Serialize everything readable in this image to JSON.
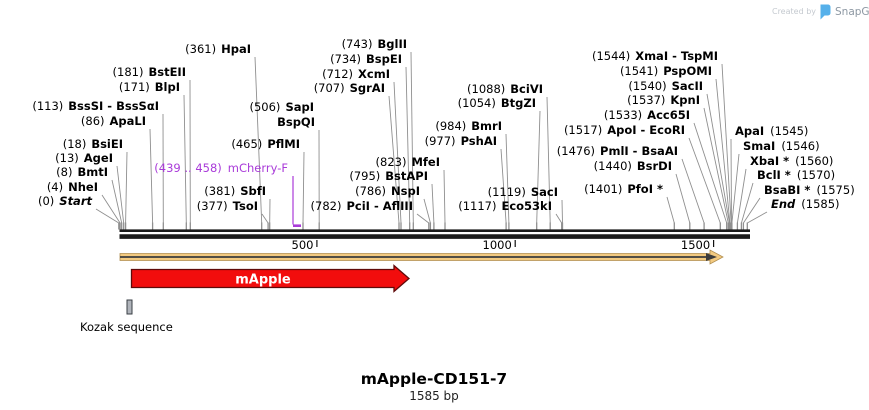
{
  "watermark": {
    "created_by": "Created by",
    "brand": "SnapGene"
  },
  "map": {
    "sites_left": [
      {
        "pos": "(361)",
        "name": "HpaI"
      },
      {
        "pos": "(181)",
        "name": "BstEII"
      },
      {
        "pos": "(171)",
        "name": "BlpI"
      },
      {
        "pos": "(113)",
        "name": "BssSI - BssSαI"
      },
      {
        "pos": "(86)",
        "name": "ApaLI"
      },
      {
        "pos": "(18)",
        "name": "BsiEI"
      },
      {
        "pos": "(13)",
        "name": "AgeI"
      },
      {
        "pos": "(8)",
        "name": "BmtI"
      },
      {
        "pos": "(4)",
        "name": "NheI"
      },
      {
        "pos": "(0)",
        "name": "Start"
      },
      {
        "pos": "(506)",
        "name": "SapI"
      },
      {
        "name": "BspQI"
      },
      {
        "pos": "(465)",
        "name": "PflMI"
      },
      {
        "pos": "(381)",
        "name": "SbfI"
      },
      {
        "pos": "(377)",
        "name": "TsoI"
      }
    ],
    "primer": {
      "pos": "(439 .. 458)",
      "name": "mCherry-F",
      "color": "#a93bd9"
    },
    "sites_mid": [
      {
        "pos": "(743)",
        "name": "BglII"
      },
      {
        "pos": "(734)",
        "name": "BspEI"
      },
      {
        "pos": "(712)",
        "name": "XcmI"
      },
      {
        "pos": "(707)",
        "name": "SgrAI"
      },
      {
        "pos": "(823)",
        "name": "MfeI"
      },
      {
        "pos": "(795)",
        "name": "BstAPI"
      },
      {
        "pos": "(786)",
        "name": "NspI"
      },
      {
        "pos": "(782)",
        "name": "PciI - AflIII"
      },
      {
        "pos": "(1088)",
        "name": "BciVI"
      },
      {
        "pos": "(1054)",
        "name": "BtgZI"
      },
      {
        "pos": "(984)",
        "name": "BmrI"
      },
      {
        "pos": "(977)",
        "name": "PshAI"
      },
      {
        "pos": "(1119)",
        "name": "SacI"
      },
      {
        "pos": "(1117)",
        "name": "Eco53kI"
      }
    ],
    "sites_right": [
      {
        "pos": "(1544)",
        "name": "XmaI - TspMI"
      },
      {
        "pos": "(1541)",
        "name": "PspOMI"
      },
      {
        "pos": "(1540)",
        "name": "SacII"
      },
      {
        "pos": "(1537)",
        "name": "KpnI"
      },
      {
        "pos": "(1533)",
        "name": "Acc65I"
      },
      {
        "pos": "(1517)",
        "name": "ApoI - EcoRI"
      },
      {
        "pos": "(1476)",
        "name": "PmlI - BsaAI"
      },
      {
        "pos": "(1440)",
        "name": "BsrDI"
      },
      {
        "pos": "(1401)",
        "name": "PfoI *"
      }
    ],
    "sites_rightside": [
      {
        "name": "ApaI",
        "pos": "(1545)"
      },
      {
        "name": "SmaI",
        "pos": "(1546)"
      },
      {
        "name": "XbaI *",
        "pos": "(1560)"
      },
      {
        "name": "BclI *",
        "pos": "(1570)"
      },
      {
        "name": "BsaBI *",
        "pos": "(1575)"
      },
      {
        "name": "End",
        "pos": "(1585)"
      }
    ],
    "ruler_ticks": [
      "500",
      "1000",
      "1500"
    ],
    "features": [
      {
        "name": "mApple",
        "color": "#f20d0d"
      },
      {
        "name": "Kozak sequence",
        "color": "#b0b4bb"
      }
    ]
  },
  "footer": {
    "title": "mApple-CD151-7",
    "length": "1585 bp"
  }
}
